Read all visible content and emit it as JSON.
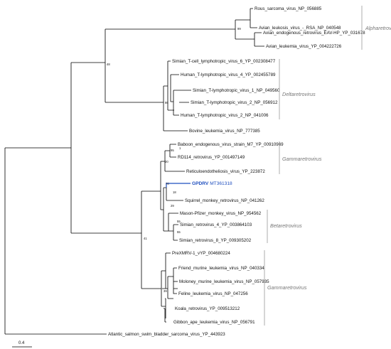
{
  "leaves": {
    "rsv": "Rous_sarcoma_virus_NP_056885",
    "alv_rsa": "Avian_leukosis_virus_-_RSA_NP_040548",
    "eav": "Avian_endogenous_retrovirus_EAV-HP_YP_031678",
    "aleu": "Avian_leukemia_virus_YP_004222726",
    "stlv6": "Simian_T-cell_lymphotropic_virus_6_YP_002308477",
    "htlv4": "Human_T-lymphotropic_virus_4_YP_002455789",
    "stlv1": "Simian_T-lymphotropic_virus_1_NP_049560",
    "stlv2": "Simian_T-lymphotropic_virus_2_NP_056912",
    "htlv2": "Human_T-lymphotropic_virus_2_NP_041006",
    "blv": "Bovine_leukemia_virus_NP_777385",
    "baboon": "Baboon_endogenous_virus_strain_M7_YP_00910969",
    "rd114": "RD114_retrovirus_YP_001497149",
    "ret": "Reticuloendotheliosis_virus_YP_223872",
    "gpdrv_name": "GPDRV",
    "gpdrv_acc": "MT361318",
    "squirrel": "Squirrel_monkey_retrovirus_NP_041262",
    "mpmv": "Mason-Pfizer_monkey_virus_NP_954562",
    "srv4": "Simian_retrovirus_4_YP_003864103",
    "srv8": "Simian_retrovirus_8_YP_009305202",
    "prexmrv": "PreXMRV-1_vYP_004680224",
    "friend": "Friend_murine_leukemia_virus_NP_040334",
    "moloney": "Moloney_murine_leukemia_virus_NP_057935",
    "feline": "Feline_leukemia_virus_NP_047256",
    "koala": "Koala_retrovirus_YP_009513212",
    "gibbon": "Gibbon_ape_leukemia_virus_NP_056791",
    "atlantic": "Atlantic_salmon_swim_bladder_sarcoma_virus_YP_443923"
  },
  "support": {
    "n99": "99",
    "n48": "48",
    "n86": "86",
    "n95": "95",
    "n1": "1",
    "n20": "20",
    "n70": "70",
    "n18": "18",
    "n29": "29",
    "n41": "41",
    "n55a": "55",
    "n55b": "55",
    "n39": "39"
  },
  "clades": {
    "alpha": "Alpharetrovirus",
    "delta": "Deltaretrovirus",
    "gamma1": "Gammaretrovirus",
    "beta": "Betaretrovirus",
    "gamma2": "Gammaretrovirus"
  },
  "scale": {
    "label": "0.4"
  },
  "colors": {
    "highlight": "#1f4fbf",
    "clade_label": "#777777",
    "branch": "#000000"
  }
}
